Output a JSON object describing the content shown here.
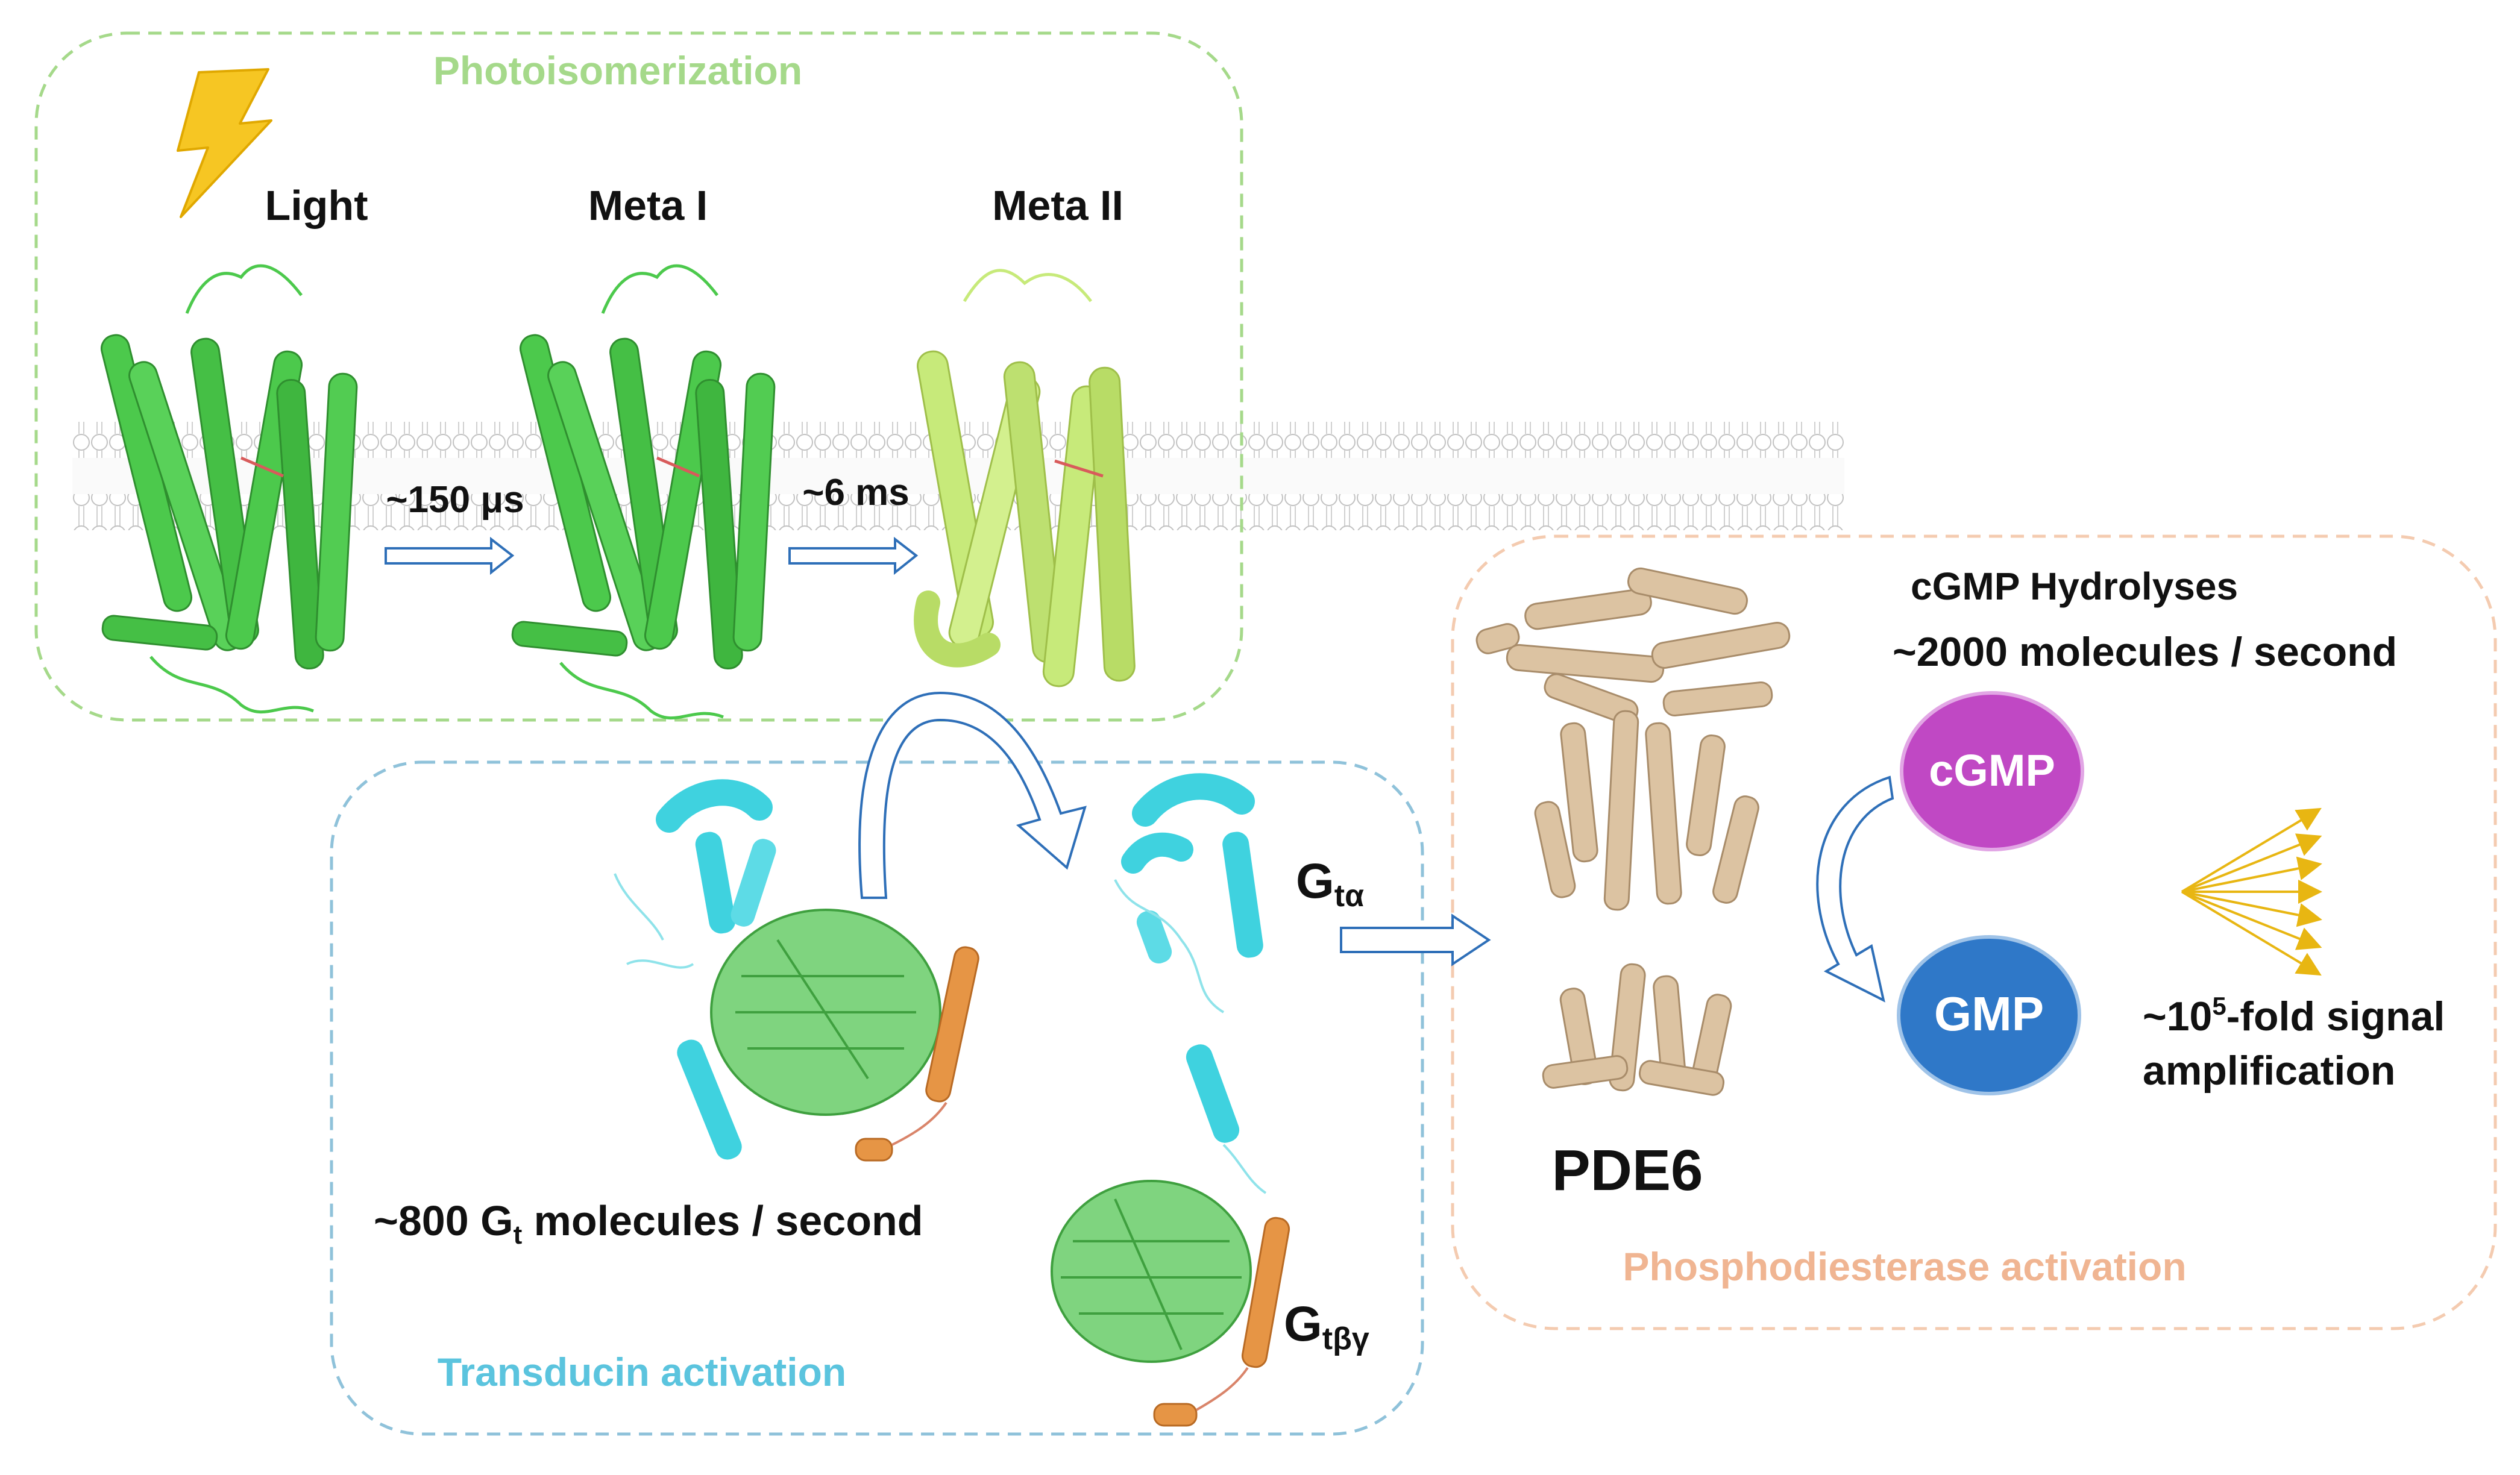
{
  "sections": {
    "photoisomerization": {
      "title": "Photoisomerization"
    },
    "transducin": {
      "title": "Transducin activation"
    },
    "phosphodiesterase": {
      "title": "Phosphodiesterase activation"
    }
  },
  "states": {
    "light": "Light",
    "meta1": "Meta I",
    "meta2": "Meta II"
  },
  "timings": {
    "t1": "~150 μs",
    "t2": "~6 ms"
  },
  "transducin": {
    "rate_prefix": "~800 G",
    "rate_sub": "t",
    "rate_suffix": " molecules / second",
    "g_alpha_main": "G",
    "g_alpha_sub": "tα",
    "g_beta_main": "G",
    "g_beta_sub": "tβγ"
  },
  "pde": {
    "label": "PDE6",
    "hydrolysis_title": "cGMP Hydrolyses",
    "hydrolysis_rate": "~2000 molecules / second",
    "substrate": "cGMP",
    "product": "GMP",
    "amp_line1_prefix": "~10",
    "amp_line1_sup": "5",
    "amp_line1_suffix": "-fold signal",
    "amp_line2": "amplification"
  },
  "colors": {
    "photo_green": "#a5d98a",
    "transducin_blue": "#5bc4de",
    "pde_orange": "#f0b592",
    "cgmp_magenta": "#c048c4",
    "gmp_blue": "#2f78c8",
    "arrow_blue": "#2e6fb8",
    "bolt_yellow": "#f6c623",
    "amp_arrow": "#e8b612",
    "receptor_green": "#4cc94c",
    "meta2_green": "#c7ea7a",
    "gt_alpha_cyan": "#3fd2df",
    "gbg_green": "#7fd47f",
    "gamma_orange": "#e69545",
    "pde_tan": "#dcc3a2"
  }
}
